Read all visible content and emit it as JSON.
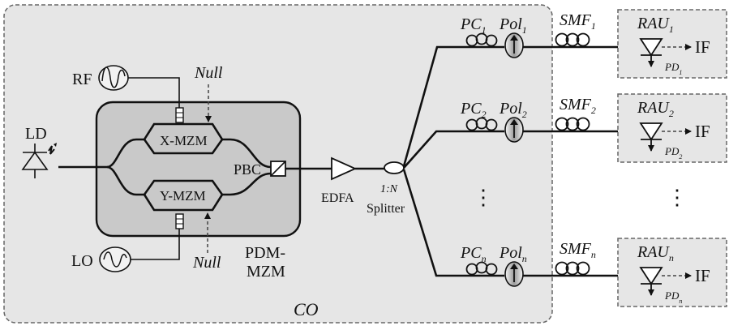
{
  "labels": {
    "ld": "LD",
    "rf": "RF",
    "lo": "LO",
    "null_top": "Null",
    "null_bottom": "Null",
    "x_mzm": "X-MZM",
    "y_mzm": "Y-MZM",
    "pbc": "PBC",
    "pdm_line1": "PDM-",
    "pdm_line2": "MZM",
    "edfa": "EDFA",
    "splitter_ratio": "1:N",
    "splitter": "Splitter",
    "co": "CO",
    "if": "IF",
    "ellipsis": "⋮"
  },
  "branches": [
    {
      "pc": "PC",
      "pc_sub": "1",
      "pol": "Pol",
      "pol_sub": "1",
      "smf": "SMF",
      "smf_sub": "1",
      "rau": "RAU",
      "rau_sub": "1",
      "pd": "PD",
      "pd_sub": "1"
    },
    {
      "pc": "PC",
      "pc_sub": "2",
      "pol": "Pol",
      "pol_sub": "2",
      "smf": "SMF",
      "smf_sub": "2",
      "rau": "RAU",
      "rau_sub": "2",
      "pd": "PD",
      "pd_sub": "2"
    },
    {
      "pc": "PC",
      "pc_sub": "n",
      "pol": "Pol",
      "pol_sub": "n",
      "smf": "SMF",
      "smf_sub": "n",
      "rau": "RAU",
      "rau_sub": "n",
      "pd": "PD",
      "pd_sub": "n"
    }
  ]
}
